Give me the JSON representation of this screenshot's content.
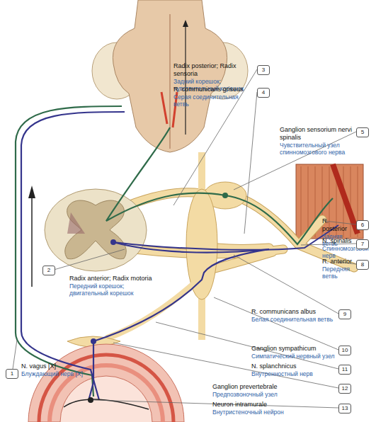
{
  "diagram": {
    "nodes": [
      {
        "text": [
          "1",
          "N. vagus [X]",
          "Блуждающий нерв [X]"
        ]
      },
      {
        "text": [
          "2",
          "Radix anterior; Radix motoria",
          "Передний корешок; двигательный корешок"
        ]
      },
      {
        "text": [
          "3",
          "Radix posterior; Radix sensoria",
          "Задний корешок; чувствительный корешок"
        ]
      },
      {
        "text": [
          "4",
          "R. communicans griseus",
          "Серая соединительная ветвь"
        ]
      },
      {
        "text": [
          "5",
          "Ganglion sensorium nervi spinalis",
          "Чувствительный узел спинномозгового нерва"
        ]
      },
      {
        "text": [
          "6",
          "R. posterior",
          "Задняя ветвь"
        ]
      },
      {
        "text": [
          "7",
          "N. spinalis",
          "Спинномозговой нерв"
        ]
      },
      {
        "text": [
          "8",
          "R. anterior",
          "Передняя ветвь"
        ]
      },
      {
        "text": [
          "9",
          "R. communicans albus",
          "Белая соединительная ветвь"
        ]
      },
      {
        "text": [
          "10",
          "Ganglion sympathicum",
          "Симпатический нервный узел"
        ]
      },
      {
        "text": [
          "11",
          "N. splanchnicus",
          "Внутренностный нерв"
        ]
      },
      {
        "text": [
          "12",
          "Ganglion prevertebrale",
          "Предпозвоночный узел"
        ]
      },
      {
        "text": [
          "13",
          "Neuron intramurale",
          "Внутристеночный нейрон"
        ]
      }
    ]
  }
}
